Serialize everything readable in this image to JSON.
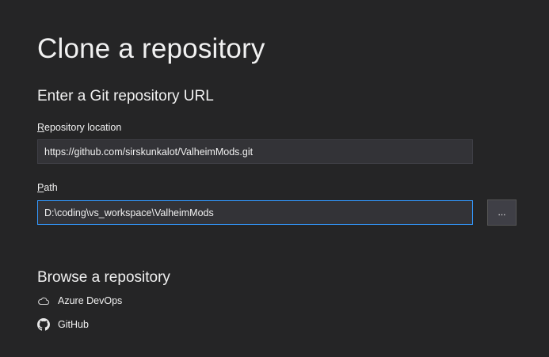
{
  "dialog": {
    "title": "Clone a repository"
  },
  "url_section": {
    "heading": "Enter a Git repository URL",
    "repo_location": {
      "label_accel": "R",
      "label_rest": "epository location",
      "value": "https://github.com/sirskunkalot/ValheimMods.git"
    },
    "path": {
      "label_accel": "P",
      "label_rest": "ath",
      "value": "D:\\coding\\vs_workspace\\ValheimMods",
      "browse_label": "..."
    }
  },
  "browse_section": {
    "heading": "Browse a repository",
    "providers": [
      {
        "label": "Azure DevOps",
        "icon": "cloud-icon"
      },
      {
        "label": "GitHub",
        "icon": "github-icon"
      }
    ]
  },
  "colors": {
    "background": "#252526",
    "input_background": "#333337",
    "focus_border": "#3399ff",
    "text": "#f1f1f1"
  }
}
